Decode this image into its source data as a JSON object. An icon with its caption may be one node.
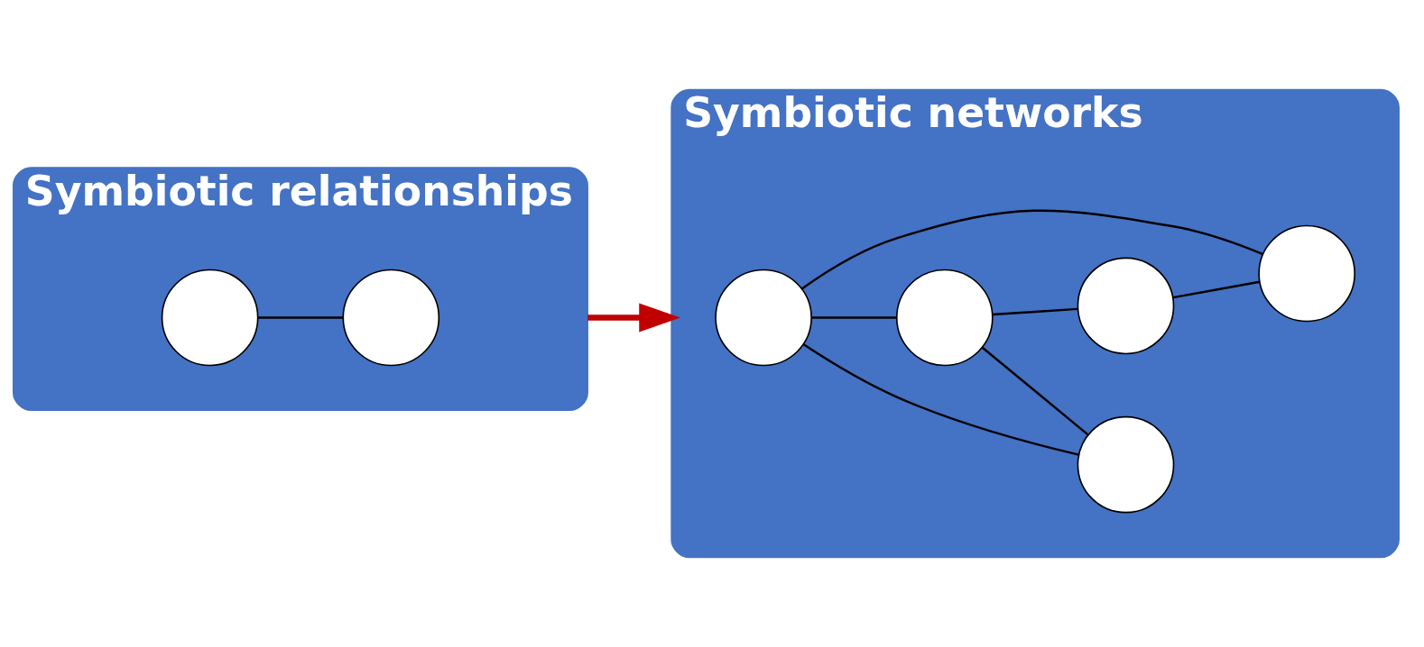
{
  "diagram": {
    "nodes": [
      {
        "text": [
          "Symbiotic relationships"
        ]
      },
      {
        "text": [],
        "shape": "circle",
        "in": 0
      },
      {
        "text": [],
        "shape": "circle",
        "in": 0
      },
      {
        "text": [
          "Symbiotic networks"
        ]
      },
      {
        "text": [],
        "shape": "circle",
        "in": 3
      },
      {
        "text": [],
        "shape": "circle",
        "in": 3
      },
      {
        "text": [],
        "shape": "circle",
        "in": 3
      },
      {
        "text": [],
        "shape": "circle",
        "in": 3
      },
      {
        "text": [],
        "shape": "circle",
        "in": 3
      }
    ],
    "edges": [
      {
        "from": 1,
        "to": 2,
        "arrow": "none"
      },
      {
        "from": 0,
        "to": 3,
        "arrow": "to",
        "style": "thick",
        "color": "#c00000"
      },
      {
        "from": 5,
        "to": 4,
        "arrow": "none"
      },
      {
        "from": 6,
        "to": 4,
        "arrow": "none"
      },
      {
        "from": 5,
        "to": 6,
        "arrow": "none"
      },
      {
        "from": 6,
        "to": 8,
        "arrow": "none"
      },
      {
        "from": 8,
        "to": 7,
        "arrow": "none"
      },
      {
        "from": 5,
        "to": 7,
        "arrow": "none"
      }
    ]
  }
}
